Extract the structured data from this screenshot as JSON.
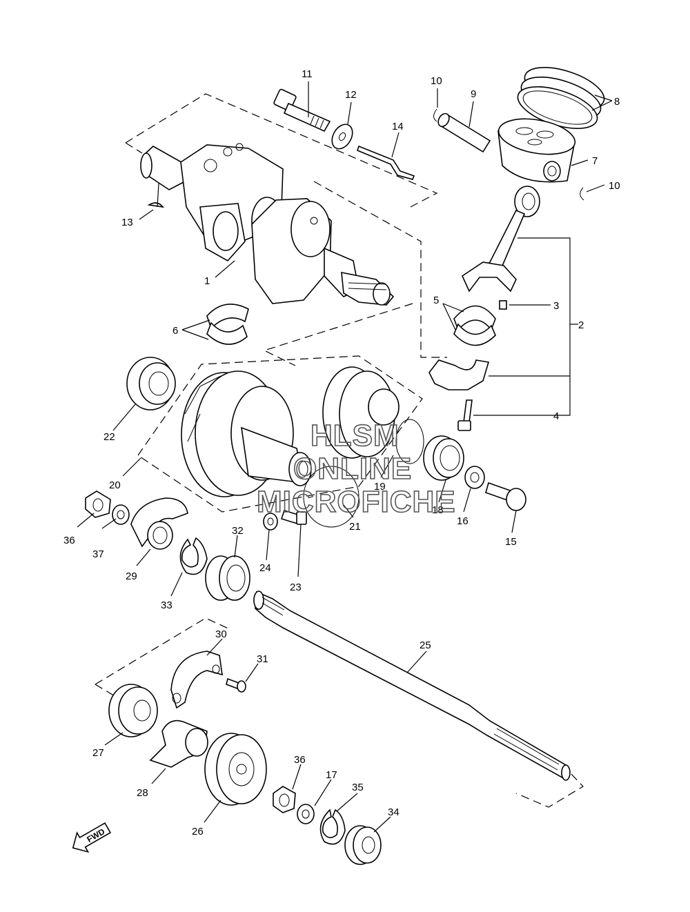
{
  "watermark": {
    "lines": [
      "HLSM",
      "ONLINE",
      "MICROFICHE"
    ]
  },
  "fwd_badge": {
    "text": "FWD"
  },
  "callouts": [
    {
      "id": "c1",
      "label": "1"
    },
    {
      "id": "c2",
      "label": "2"
    },
    {
      "id": "c3",
      "label": "3"
    },
    {
      "id": "c4",
      "label": "4"
    },
    {
      "id": "c5",
      "label": "5"
    },
    {
      "id": "c6",
      "label": "6"
    },
    {
      "id": "c7",
      "label": "7"
    },
    {
      "id": "c8",
      "label": "8"
    },
    {
      "id": "c9",
      "label": "9"
    },
    {
      "id": "c10a",
      "label": "10"
    },
    {
      "id": "c10b",
      "label": "10"
    },
    {
      "id": "c11",
      "label": "11"
    },
    {
      "id": "c12",
      "label": "12"
    },
    {
      "id": "c13",
      "label": "13"
    },
    {
      "id": "c14",
      "label": "14"
    },
    {
      "id": "c15",
      "label": "15"
    },
    {
      "id": "c16",
      "label": "16"
    },
    {
      "id": "c17",
      "label": "17"
    },
    {
      "id": "c18",
      "label": "18"
    },
    {
      "id": "c19",
      "label": "19"
    },
    {
      "id": "c20",
      "label": "20"
    },
    {
      "id": "c21",
      "label": "21"
    },
    {
      "id": "c22",
      "label": "22"
    },
    {
      "id": "c23",
      "label": "23"
    },
    {
      "id": "c24",
      "label": "24"
    },
    {
      "id": "c25",
      "label": "25"
    },
    {
      "id": "c26",
      "label": "26"
    },
    {
      "id": "c27",
      "label": "27"
    },
    {
      "id": "c28",
      "label": "28"
    },
    {
      "id": "c29",
      "label": "29"
    },
    {
      "id": "c30",
      "label": "30"
    },
    {
      "id": "c31",
      "label": "31"
    },
    {
      "id": "c32",
      "label": "32"
    },
    {
      "id": "c33",
      "label": "33"
    },
    {
      "id": "c34",
      "label": "34"
    },
    {
      "id": "c35",
      "label": "35"
    },
    {
      "id": "c36a",
      "label": "36"
    },
    {
      "id": "c36b",
      "label": "36"
    },
    {
      "id": "c37",
      "label": "37"
    }
  ]
}
